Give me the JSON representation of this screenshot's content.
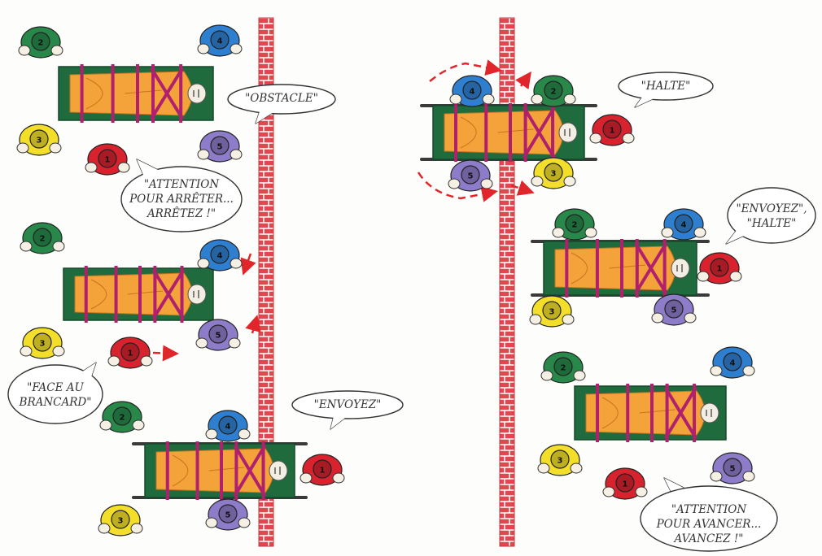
{
  "title": "",
  "colors": {
    "green": "#27884a",
    "blue": "#2f7fd0",
    "yellow": "#f3df2a",
    "red": "#d8232f",
    "purple": "#8d7cc9",
    "wall": "#e2474f",
    "stretcher_frame": "#1f6b3e",
    "victim": "#f4a23a",
    "strap": "#b0206d",
    "arrow": "#e0262b"
  },
  "bearer_numbers": {
    "red": "1",
    "green": "2",
    "yellow": "3",
    "blue": "4",
    "purple": "5"
  },
  "left_panel": {
    "step1": {
      "callout": "\"OBSTACLE\"",
      "command": [
        "\"ATTENTION",
        "POUR ARRÊTER...",
        "ARRÊTEZ !\""
      ]
    },
    "step2": {
      "command": [
        "\"FACE AU",
        "BRANCARD\""
      ]
    },
    "step3": {
      "command": "\"ENVOYEZ\""
    }
  },
  "right_panel": {
    "step1": {
      "command": "\"HALTE\""
    },
    "step2": {
      "command": [
        "\"ENVOYEZ\",",
        "\"HALTE\""
      ]
    },
    "step3": {
      "command": [
        "\"ATTENTION",
        "POUR AVANCER...",
        "AVANCEZ !\""
      ]
    }
  }
}
